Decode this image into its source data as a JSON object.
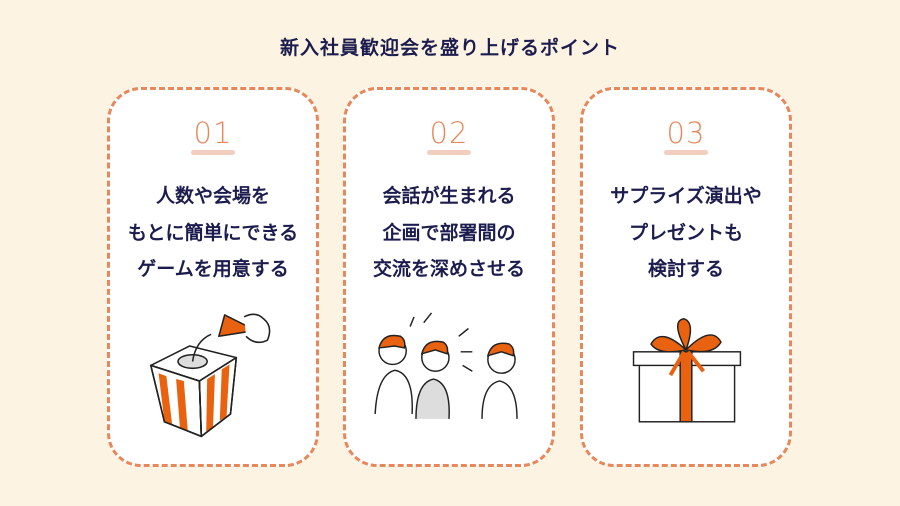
{
  "title": "新入社員歓迎会を盛り上げるポイント",
  "colors": {
    "background": "#fdf3e2",
    "accent": "#e8875a",
    "text": "#1c1d4e",
    "illustration": "#e8620f"
  },
  "cards": [
    {
      "number": "01",
      "lines": [
        "人数や会場を",
        "もとに簡単にできる",
        "ゲームを用意する"
      ],
      "icon": "lottery-box-icon"
    },
    {
      "number": "02",
      "lines": [
        "会話が生まれる",
        "企画で部署間の",
        "交流を深めさせる"
      ],
      "icon": "people-talking-icon"
    },
    {
      "number": "03",
      "lines": [
        "サプライズ演出や",
        "プレゼントも",
        "検討する"
      ],
      "icon": "gift-box-icon"
    }
  ]
}
